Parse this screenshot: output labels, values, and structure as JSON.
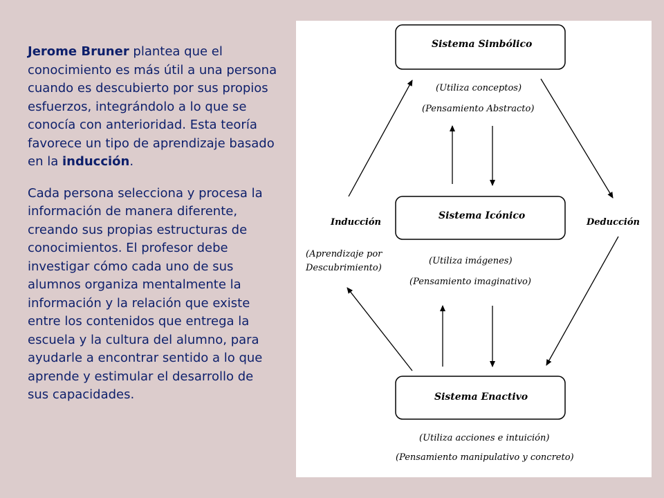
{
  "text": {
    "p1": {
      "author": "Jerome Bruner",
      "part1": " plantea que el conocimiento es más útil a una persona cuando es descubierto por sus propios esfuerzos, integrándolo a lo que se conocía con anterioridad. Esta teoría favorece un tipo de aprendizaje basado en la ",
      "keyword": "inducción",
      "part2": "."
    },
    "p2": "Cada persona selecciona y procesa la información de manera diferente, creando sus propias estructuras de conocimientos. El profesor debe investigar cómo cada uno de sus alumnos organiza mentalmente la información y la relación que existe entre los contenidos que entrega la escuela y la cultura del alumno, para ayudarle a encontrar sentido a lo que aprende y estimular el desarrollo de sus capacidades."
  },
  "diagram": {
    "symbolic": {
      "title": "Sistema Simbólico",
      "note1": "(Utiliza conceptos)",
      "note2": "(Pensamiento Abstracto)"
    },
    "iconic": {
      "title": "Sistema Icónico",
      "note1": "(Utiliza imágenes)",
      "note2": "(Pensamiento imaginativo)"
    },
    "enactive": {
      "title": "Sistema Enactivo",
      "note1": "(Utiliza acciones e intuición)",
      "note2": "(Pensamiento manipulativo y concreto)"
    },
    "induction": "Inducción",
    "induction_note1": "(Aprendizaje por",
    "induction_note2": "Descubrimiento)",
    "deduction": "Deducción"
  }
}
